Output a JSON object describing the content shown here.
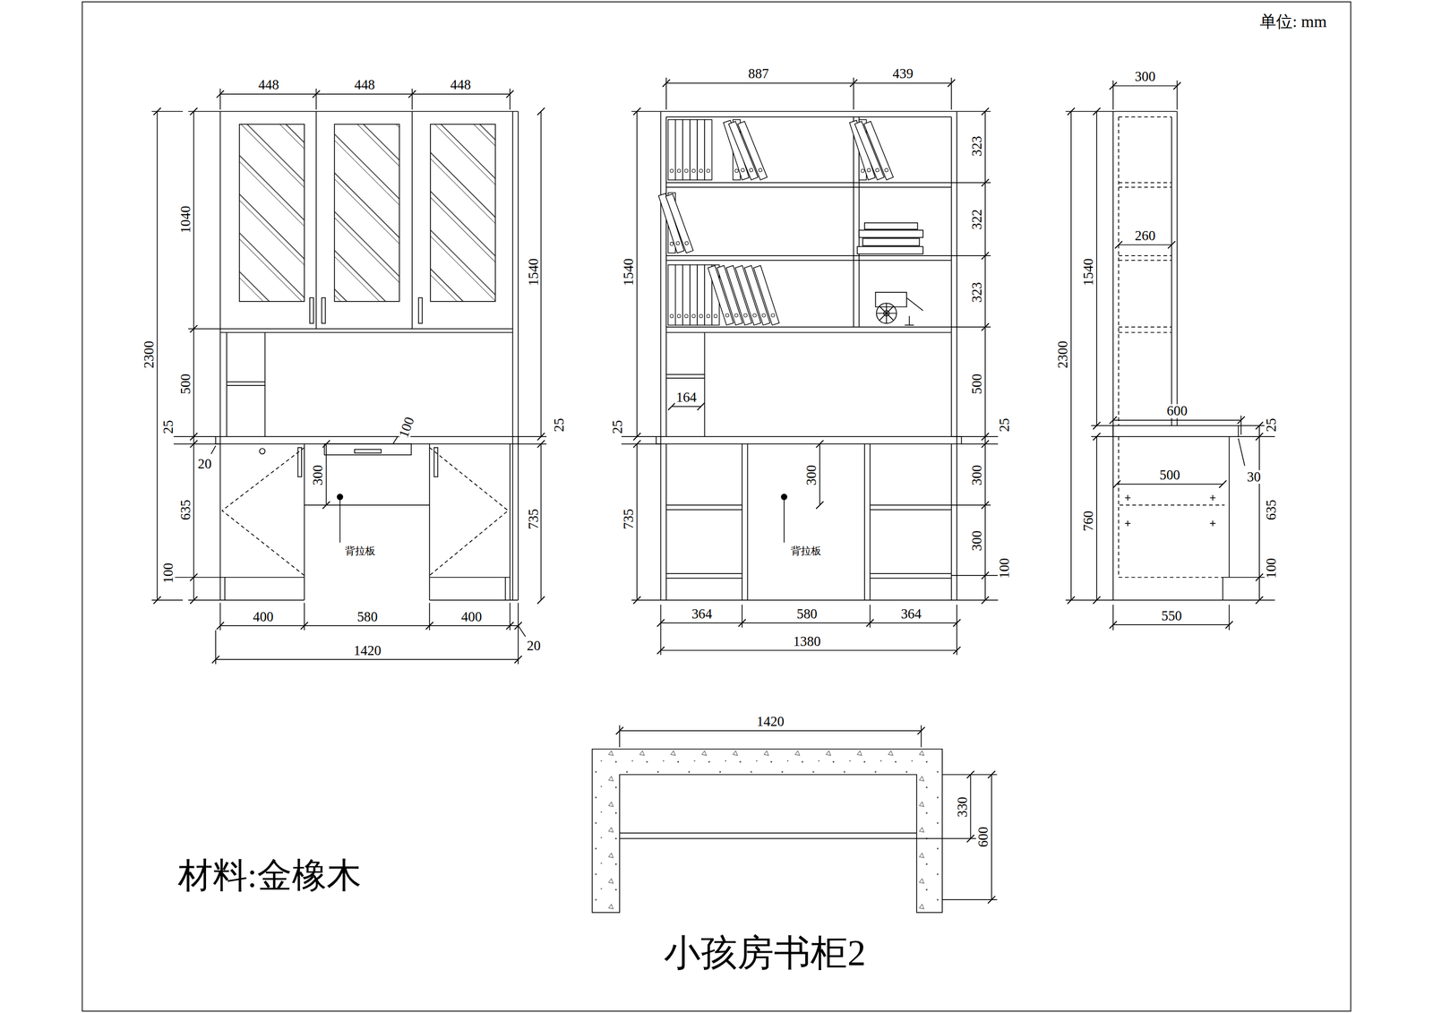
{
  "diagram": {
    "caption": "小孩房书柜2",
    "labels": [
      "448",
      "448",
      "448",
      "1040",
      "2300",
      "1540",
      "500",
      "25",
      "25",
      "20",
      "100",
      "300",
      "635",
      "735",
      "背拉板",
      "100",
      "400",
      "580",
      "400",
      "20",
      "1420",
      "887",
      "439",
      "1540",
      "323",
      "322",
      "323",
      "500",
      "164",
      "25",
      "25",
      "300",
      "300",
      "735",
      "300",
      "背拉板",
      "100",
      "364",
      "580",
      "364",
      "1380",
      "300",
      "1540",
      "260",
      "2300",
      "600",
      "25",
      "500",
      "30",
      "760",
      "635",
      "100",
      "550",
      "1420",
      "330",
      "600",
      "材料:金橡木",
      "单位: mm"
    ]
  }
}
